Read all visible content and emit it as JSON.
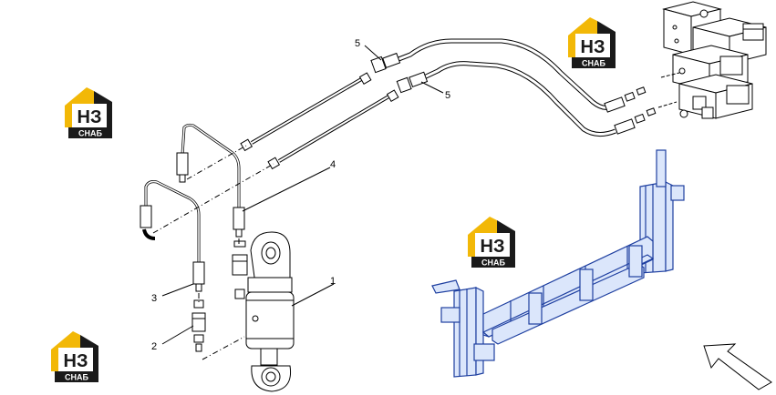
{
  "diagram": {
    "callouts": [
      {
        "id": "1",
        "label": "1"
      },
      {
        "id": "2",
        "label": "2"
      },
      {
        "id": "3",
        "label": "3"
      },
      {
        "id": "4",
        "label": "4"
      },
      {
        "id": "5a",
        "label": "5"
      },
      {
        "id": "5b",
        "label": "5"
      }
    ]
  },
  "watermark": {
    "main_text": "НЗ",
    "sub_text": "СНАБ",
    "colors": {
      "house": "#f2b807",
      "dark": "#1a1a1a",
      "white": "#ffffff"
    }
  },
  "colors": {
    "line": "#000000",
    "frame": "#1e3fa0",
    "frame_fill": "#dbe6fb"
  }
}
